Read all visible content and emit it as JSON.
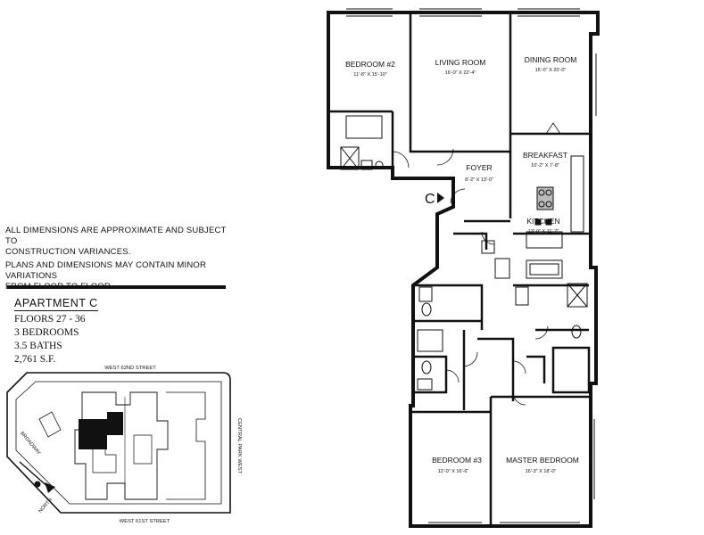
{
  "notes": {
    "line1": "ALL DIMENSIONS ARE APPROXIMATE AND SUBJECT TO",
    "line2": "CONSTRUCTION VARIANCES.",
    "line3": "PLANS AND DIMENSIONS MAY CONTAIN MINOR VARIATIONS",
    "line4": "FROM FLOOR TO FLOOR."
  },
  "apartment": {
    "title": "APARTMENT C",
    "floors": "FLOORS 27 - 36",
    "bedrooms": "3 BEDROOMS",
    "baths": "3.5 BATHS",
    "area": "2,761 S.F."
  },
  "key_plan": {
    "street_north": "WEST 62ND STREET",
    "street_south": "WEST 61ST STREET",
    "street_east": "CENTRAL PARK WEST",
    "street_west": "BROADWAY",
    "north_label": "NORTH"
  },
  "rooms": {
    "bedroom2": {
      "name": "BEDROOM #2",
      "dims": "11'-8\" X 15'-10\""
    },
    "living": {
      "name": "LIVING ROOM",
      "dims": "16'-0\" X 22'-4\""
    },
    "dining": {
      "name": "DINING ROOM",
      "dims": "15'-0\" X 20'-0\""
    },
    "breakfast": {
      "name": "BREAKFAST",
      "dims": "10'-2\" X 7'-8\""
    },
    "foyer": {
      "name": "FOYER",
      "dims": "8'-2\" X 13'-0\""
    },
    "kitchen": {
      "name": "KITCHEN",
      "dims": "13'-0\" X 11'-7\""
    },
    "bedroom3": {
      "name": "BEDROOM #3",
      "dims": "12'-0\" X 16'-6\""
    },
    "master": {
      "name": "MASTER BEDROOM",
      "dims": "16'-3\" X 18'-0\""
    }
  },
  "entry": {
    "label": "C"
  }
}
